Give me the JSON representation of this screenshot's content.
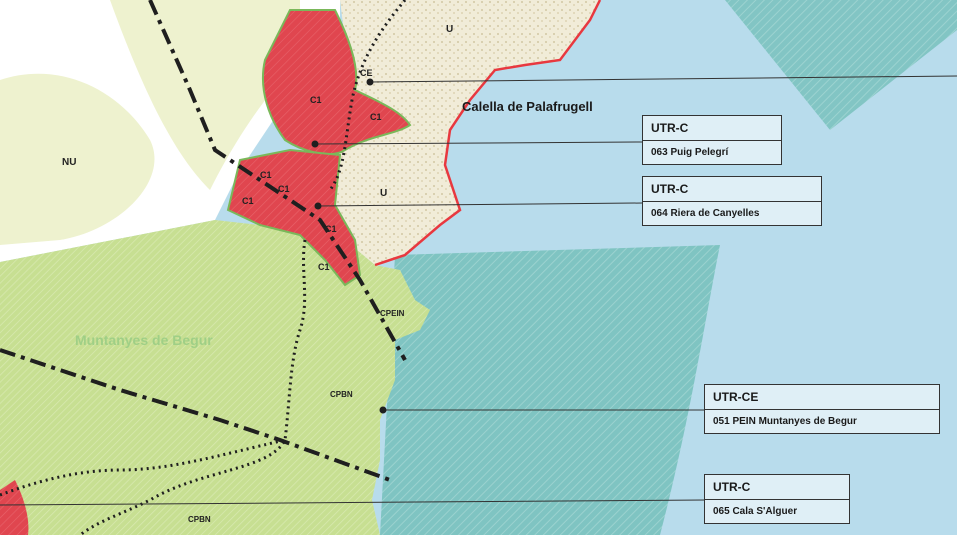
{
  "map": {
    "colors": {
      "sea": "#b8dcec",
      "sea_hatch": "#7fc4c2",
      "urban": "#f1ecd8",
      "urban_red": "#e0464f",
      "rural_pale": "#eef2cf",
      "rural_white": "#ffffff",
      "protected_green": "#c7df92",
      "coast_red": "#e8383f",
      "boundary": "#1f1f1f"
    },
    "places": {
      "calella": "Calella de Palafrugell",
      "muntanyes": "Muntanyes de Begur"
    },
    "zone_labels": {
      "u_top": "U",
      "u_mid": "U",
      "ce": "CE",
      "nu": "NU",
      "c1_a": "C1",
      "c1_b": "C1",
      "c1_c": "C1",
      "c1_d": "C1",
      "c1_e": "C1",
      "c1_f": "C1",
      "c1_g": "C1",
      "cpein": "CPEIN",
      "cpbn_a": "CPBN",
      "cpbn_b": "CPBN"
    },
    "callouts": [
      {
        "code": "UTR-C",
        "name": "063 Puig Pelegrí"
      },
      {
        "code": "UTR-C",
        "name": "064 Riera de Canyelles"
      },
      {
        "code": "UTR-CE",
        "name": "051 PEIN  Muntanyes de Begur"
      },
      {
        "code": "UTR-C",
        "name": "065 Cala S'Alguer"
      }
    ]
  }
}
